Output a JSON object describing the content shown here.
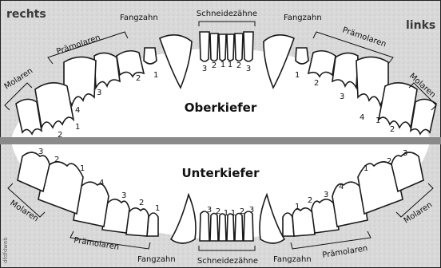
{
  "corners": {
    "right_side": "rechts",
    "left_side": "links"
  },
  "jaws": {
    "upper": "Oberkiefer",
    "lower": "Unterkiefer"
  },
  "groups": {
    "incisors": "Schneidezähne",
    "canine": "Fangzahn",
    "premolars": "Prämolaren",
    "molars": "Molaren"
  },
  "upper_incisor_numbers": [
    "3",
    "2",
    "1",
    "1",
    "2",
    "3"
  ],
  "lower_incisor_numbers": [
    "3",
    "2",
    "1",
    "1",
    "2",
    "3"
  ],
  "numbers": {
    "one": "1",
    "two": "2",
    "three": "3",
    "four": "4"
  },
  "watermark": "dfdfdweb",
  "colors": {
    "background": "#5f5f5f",
    "mouth": "#ffffff",
    "divider": "#8a8a8a",
    "tooth_outline": "#1a1a1a"
  }
}
